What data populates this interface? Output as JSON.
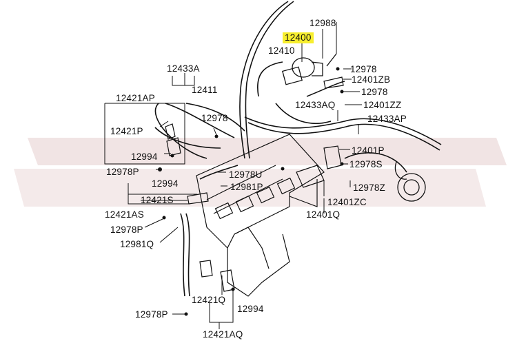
{
  "colors": {
    "highlight": "#f7ee2e",
    "watermark": "#e6cfcf",
    "line": "#111111"
  },
  "highlighted_part": "12400",
  "labels": {
    "p12988": "12988",
    "p12400": "12400",
    "p12410": "12410",
    "p12978_a": "12978",
    "p12401ZB": "12401ZB",
    "p12978_b": "12978",
    "p12433A": "12433A",
    "p12411": "12411",
    "p12433AQ": "12433AQ",
    "p12401ZZ": "12401ZZ",
    "p12421AP": "12421AP",
    "p12978_c": "12978",
    "p12433AP": "12433AP",
    "p12421P": "12421P",
    "p12401P": "12401P",
    "p12994_a": "12994",
    "p12978S": "12978S",
    "p12978P_a": "12978P",
    "p12978U": "12978U",
    "p12994_b": "12994",
    "p12981P": "12981P",
    "p12978Z": "12978Z",
    "p12421S": "12421S",
    "p12401ZC": "12401ZC",
    "p12421AS": "12421AS",
    "p12401Q": "12401Q",
    "p12978P_b": "12978P",
    "p12981Q": "12981Q",
    "p12421Q": "12421Q",
    "p12994_c": "12994",
    "p12978P_c": "12978P",
    "p12421AQ": "12421AQ"
  }
}
